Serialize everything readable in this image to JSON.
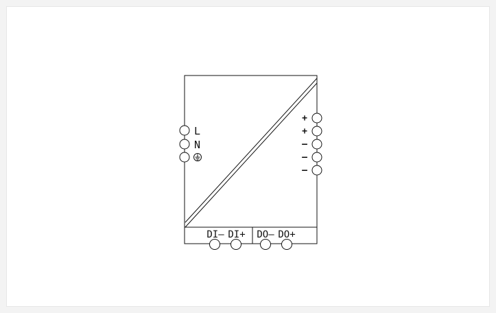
{
  "diagram": {
    "input_terminals": [
      "L",
      "N",
      "⏚"
    ],
    "output_terminals": [
      "+",
      "+",
      "–",
      "–",
      "–"
    ],
    "bottom_terminals": [
      "DI–",
      "DI+",
      "DO–",
      "DO+"
    ]
  }
}
